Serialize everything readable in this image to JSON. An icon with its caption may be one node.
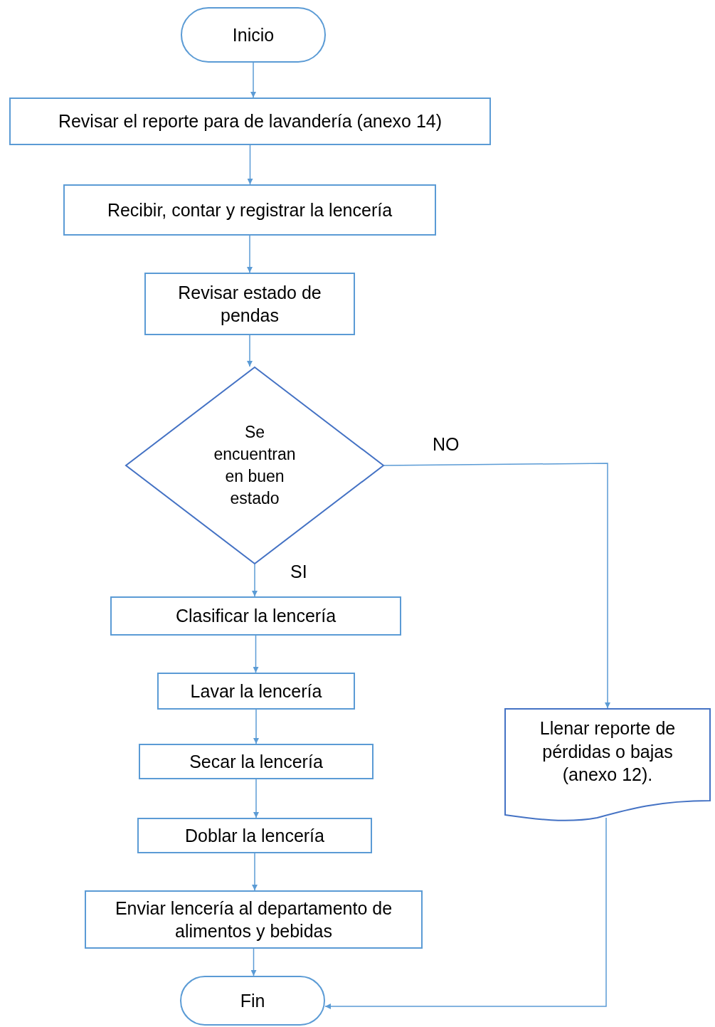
{
  "diagram": {
    "nodes": [
      {
        "text": [
          "Inicio"
        ]
      },
      {
        "text": [
          "Revisar el reporte para de lavandería (anexo 14)"
        ]
      },
      {
        "text": [
          "Recibir, contar y registrar la lencería"
        ]
      },
      {
        "text": [
          "Revisar estado de pendas"
        ]
      },
      {
        "text": [
          "Se encuentran en buen estado"
        ]
      },
      {
        "text": [
          "Clasificar la lencería"
        ]
      },
      {
        "text": [
          "Lavar la lencería"
        ]
      },
      {
        "text": [
          "Secar la lencería"
        ]
      },
      {
        "text": [
          "Doblar la lencería"
        ]
      },
      {
        "text": [
          "Enviar lencería al departamento de alimentos y bebidas"
        ]
      },
      {
        "text": [
          "Fin"
        ]
      },
      {
        "text": [
          "Llenar reporte de pérdidas o bajas (anexo 12)."
        ]
      }
    ],
    "edges": [
      {
        "from": 0,
        "to": 1,
        "arrow": "to"
      },
      {
        "from": 1,
        "to": 2,
        "arrow": "to"
      },
      {
        "from": 2,
        "to": 3,
        "arrow": "to"
      },
      {
        "from": 3,
        "to": 4,
        "arrow": "to"
      },
      {
        "from": 4,
        "to": 5,
        "arrow": "to",
        "label": "SI"
      },
      {
        "from": 5,
        "to": 6,
        "arrow": "to"
      },
      {
        "from": 6,
        "to": 7,
        "arrow": "to"
      },
      {
        "from": 7,
        "to": 8,
        "arrow": "to"
      },
      {
        "from": 8,
        "to": 9,
        "arrow": "to"
      },
      {
        "from": 9,
        "to": 10,
        "arrow": "to"
      },
      {
        "from": 4,
        "to": 11,
        "arrow": "to",
        "label": "NO"
      },
      {
        "from": 11,
        "to": 10,
        "arrow": "to"
      }
    ]
  }
}
